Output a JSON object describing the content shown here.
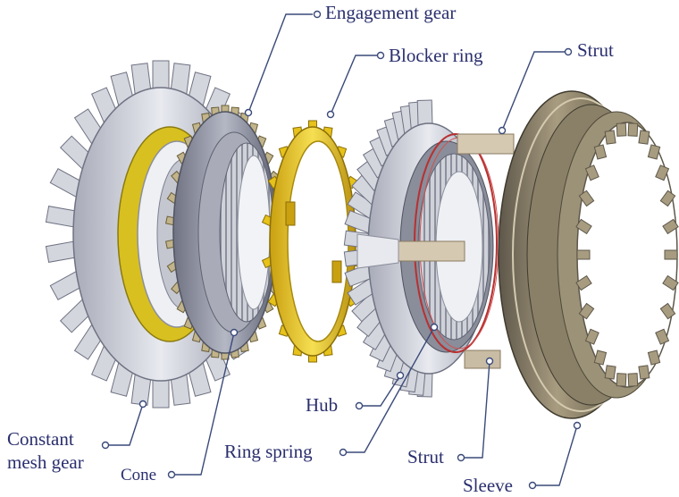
{
  "diagram": {
    "labels": {
      "engagement_gear": "Engagement gear",
      "blocker_ring": "Blocker ring",
      "strut_top": "Strut",
      "hub": "Hub",
      "constant_mesh_gear": "Constant\nmesh gear",
      "cone": "Cone",
      "ring_spring": "Ring spring",
      "strut_bottom": "Strut",
      "sleeve": "Sleeve"
    },
    "colors": {
      "label_text": "#2a2f6e",
      "leader_line": "#3a4a7a",
      "gear_steel": "#c9ccd6",
      "gear_dark": "#7d8090",
      "blocker_gold": "#e6c21a",
      "cone_yellow": "#d8c020",
      "sleeve_bronze": "#8a8068",
      "ring_spring_red": "#b83030"
    }
  }
}
